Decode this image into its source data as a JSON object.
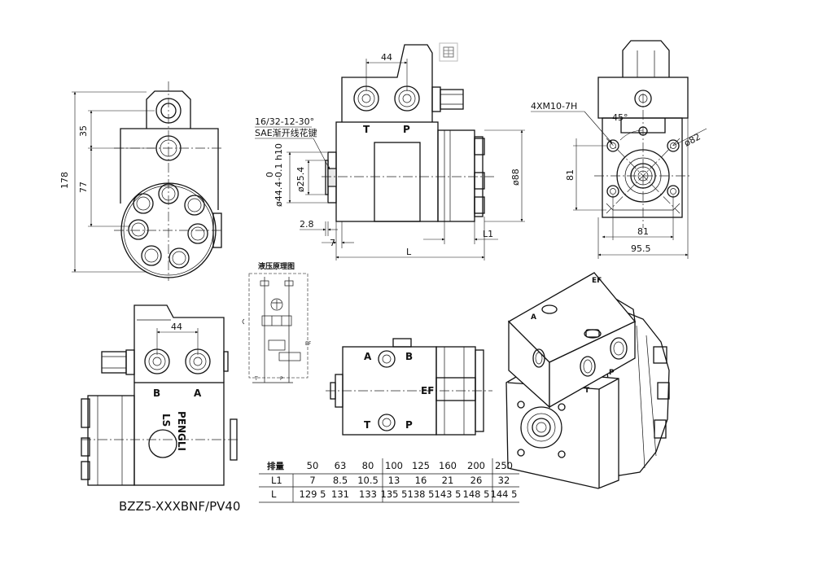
{
  "dims": {
    "d44_top": "44",
    "d35": "35",
    "d77": "77",
    "d178": "178",
    "thread": "16/32-12-30°",
    "sae": "SAE渐开线花键",
    "h10": "0\n-0.1 h10",
    "h10_a": "0",
    "h10_b": "-0.1",
    "h10_c": "h10",
    "d444": "ø44.4",
    "d254": "ø25.4",
    "d28": "2.8",
    "d7": "7",
    "dL": "L",
    "dL1": "L1",
    "d88": "ø88",
    "bolt": "4XM10-7H",
    "ang45": "45°",
    "d82": "ø82",
    "d81v": "81",
    "d81h": "81",
    "d955": "95.5",
    "d44_bottom": "44"
  },
  "ports": {
    "T": "T",
    "P": "P",
    "A": "A",
    "B": "B",
    "EF": "EF",
    "LS": "LS"
  },
  "brand": "PENGLI",
  "hydraulic_title": "液压原理图",
  "model": "BZZ5-XXXBNF/PV40",
  "table": {
    "row_labels": [
      "排量",
      "L1",
      "L"
    ],
    "columns": [
      {
        "disp": "50",
        "l1": "7",
        "l": "129 5"
      },
      {
        "disp": "63",
        "l1": "8.5",
        "l": "131"
      },
      {
        "disp": "80",
        "l1": "10.5",
        "l": "133"
      },
      {
        "disp": "100",
        "l1": "13",
        "l": "135 5"
      },
      {
        "disp": "125",
        "l1": "16",
        "l": "138 5"
      },
      {
        "disp": "160",
        "l1": "21",
        "l": "143 5"
      },
      {
        "disp": "200",
        "l1": "26",
        "l": "148 5"
      },
      {
        "disp": "250",
        "l1": "32",
        "l": "144 5"
      }
    ]
  },
  "toolbar_icon": "table-icon"
}
